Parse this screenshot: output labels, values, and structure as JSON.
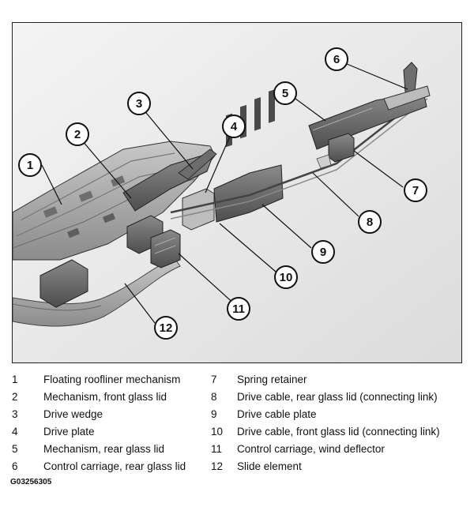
{
  "callouts": [
    {
      "number": "1",
      "label": "Floating roofliner mechanism"
    },
    {
      "number": "2",
      "label": "Mechanism, front glass lid"
    },
    {
      "number": "3",
      "label": "Drive wedge"
    },
    {
      "number": "4",
      "label": "Drive plate"
    },
    {
      "number": "5",
      "label": "Mechanism, rear glass lid"
    },
    {
      "number": "6",
      "label": "Control carriage, rear glass lid"
    },
    {
      "number": "7",
      "label": "Spring retainer"
    },
    {
      "number": "8",
      "label": "Drive cable, rear glass lid (connecting link)"
    },
    {
      "number": "9",
      "label": "Drive cable plate"
    },
    {
      "number": "10",
      "label": "Drive cable, front glass lid (connecting link)"
    },
    {
      "number": "11",
      "label": "Control carriage, wind deflector"
    },
    {
      "number": "12",
      "label": "Slide element"
    }
  ],
  "figure_code": "G03256305",
  "colors": {
    "part_gray": "#9a9a9a",
    "part_dark": "#555555",
    "part_light": "#cfcfcf",
    "outline": "#222222",
    "background": "#e8e8e8"
  }
}
